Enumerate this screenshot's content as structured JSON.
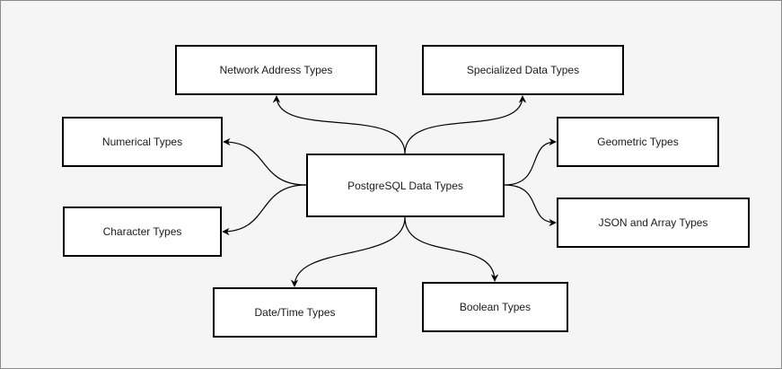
{
  "diagram": {
    "center": {
      "label": "PostgreSQL Data Types"
    },
    "nodes": {
      "network": {
        "label": "Network Address Types"
      },
      "specialized": {
        "label": "Specialized Data Types"
      },
      "numerical": {
        "label": "Numerical Types"
      },
      "character": {
        "label": "Character Types"
      },
      "geometric": {
        "label": "Geometric Types"
      },
      "json_array": {
        "label": "JSON and Array Types"
      },
      "datetime": {
        "label": "Date/Time Types"
      },
      "boolean": {
        "label": "Boolean Types"
      }
    },
    "edges": [
      {
        "from": "center",
        "to": "network"
      },
      {
        "from": "center",
        "to": "specialized"
      },
      {
        "from": "center",
        "to": "numerical"
      },
      {
        "from": "center",
        "to": "character"
      },
      {
        "from": "center",
        "to": "geometric"
      },
      {
        "from": "center",
        "to": "json_array"
      },
      {
        "from": "center",
        "to": "datetime"
      },
      {
        "from": "center",
        "to": "boolean"
      }
    ],
    "colors": {
      "background": "#f5f5f5",
      "node_fill": "#ffffff",
      "stroke": "#000000"
    }
  }
}
